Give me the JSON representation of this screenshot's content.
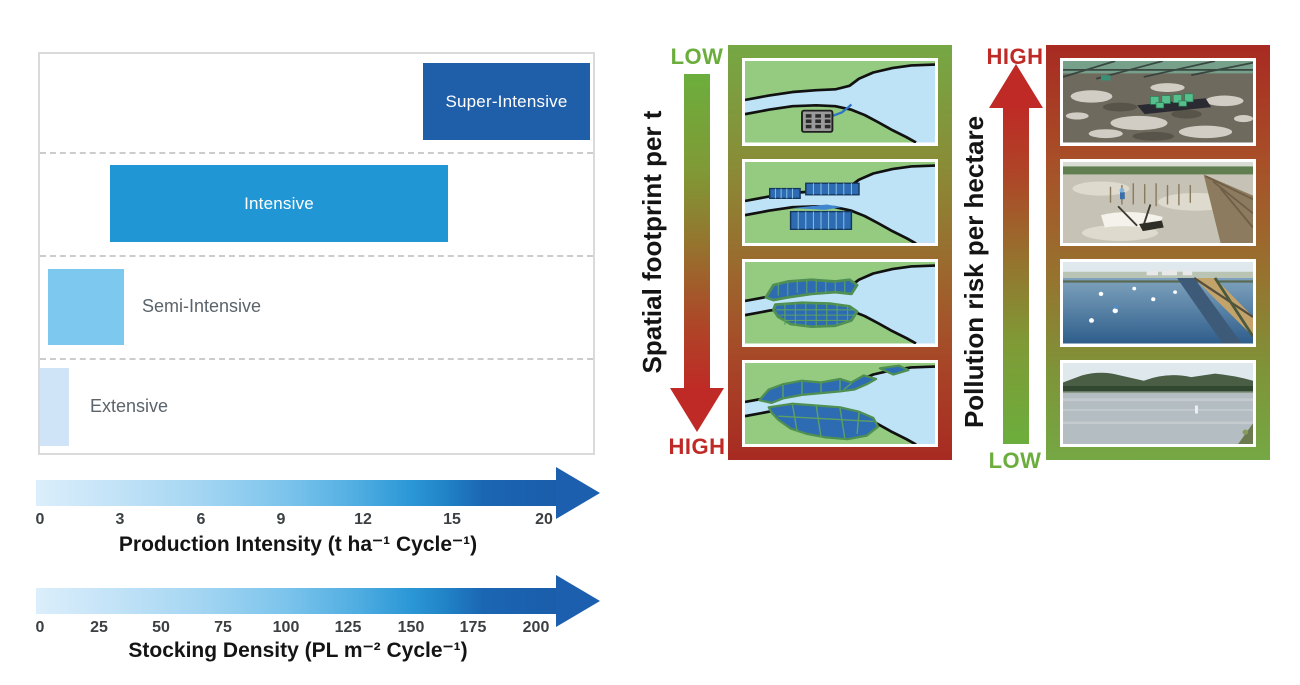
{
  "chart_data": {
    "type": "bar",
    "subtype": "horizontal-range-bars",
    "title": "",
    "categories": [
      "Super-Intensive",
      "Intensive",
      "Semi-Intensive",
      "Extensive"
    ],
    "bars": [
      {
        "label": "Super-Intensive",
        "color": "#1f5ea9",
        "label_color": "#ffffff",
        "production_intensity_range_approx": [
          14,
          21
        ],
        "stocking_density_range_approx": [
          145,
          210
        ]
      },
      {
        "label": "Intensive",
        "color": "#2196d4",
        "label_color": "#ffffff",
        "production_intensity_range_approx": [
          3,
          15
        ],
        "stocking_density_range_approx": [
          28,
          153
        ]
      },
      {
        "label": "Semi-Intensive",
        "color": "#7dc8ee",
        "label_color": "#5b646b",
        "production_intensity_range_approx": [
          0.4,
          3.2
        ],
        "stocking_density_range_approx": [
          4,
          32
        ]
      },
      {
        "label": "Extensive",
        "color": "#cfe5f7",
        "label_color": "#5b646b",
        "production_intensity_range_approx": [
          0,
          1.2
        ],
        "stocking_density_range_approx": [
          0,
          12
        ]
      }
    ],
    "x_axes": [
      {
        "title": "Production Intensity (t ha⁻¹ Cycle⁻¹)",
        "ticks": [
          "0",
          "3",
          "6",
          "9",
          "12",
          "15",
          "20"
        ],
        "style": "gradient arrow, light blue to dark blue, pointing right"
      },
      {
        "title": "Stocking Density (PL m⁻² Cycle⁻¹)",
        "ticks": [
          "0",
          "25",
          "50",
          "75",
          "100",
          "125",
          "150",
          "175",
          "200"
        ],
        "style": "gradient arrow, light blue to dark blue, pointing right"
      }
    ],
    "gridlines": "dashed horizontal separators between intensity bands",
    "legend": "none"
  },
  "panels": {
    "spatial": {
      "label": "Spatial footprint per t",
      "top_label": "LOW",
      "bottom_label": "HIGH",
      "top_color": "#6cae3d",
      "bottom_color": "#bf2a26",
      "arrow_direction": "down",
      "items": [
        "indoor-facility-estuary-map",
        "small-pond-clusters-estuary-map",
        "medium-pond-clusters-estuary-map",
        "extensive-ponds-estuary-map"
      ]
    },
    "pollution": {
      "label": "Pollution risk per hectare",
      "top_label": "HIGH",
      "bottom_label": "LOW",
      "top_color": "#bf2a26",
      "bottom_color": "#6cae3d",
      "arrow_direction": "up",
      "items": [
        "super-intensive-pond-photo",
        "intensive-pond-photo",
        "semi-intensive-ponds-photo",
        "extensive-pond-photo"
      ]
    }
  },
  "colors": {
    "background": "#ffffff",
    "plot_border": "#d8dadb",
    "dashed_separator": "#cccccc",
    "arrow_blue_dark": "#1a5dab",
    "arrow_blue_light": "#dbeefb",
    "low_green": "#6cae3d",
    "high_red": "#bf2a26",
    "map_land_green": "#94cb80",
    "map_water_blue": "#bfe3f6",
    "map_pond_blue": "#2d6cb3"
  }
}
